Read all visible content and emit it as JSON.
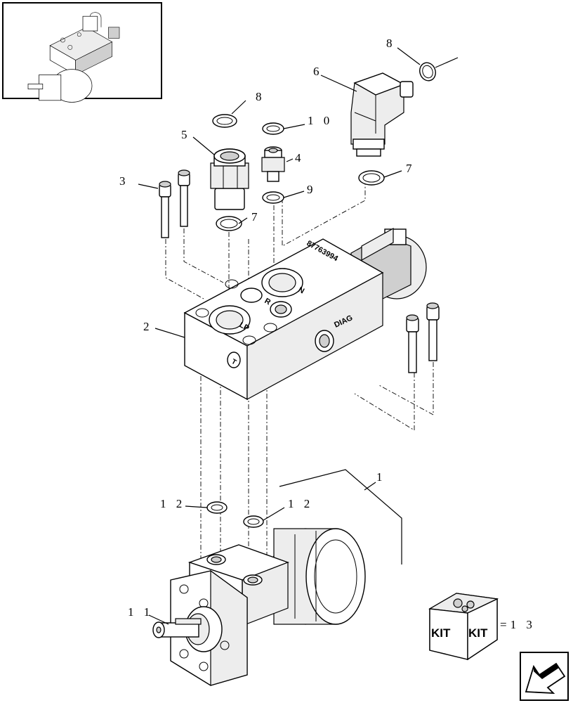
{
  "callouts": {
    "c1": "1",
    "c2": "2",
    "c3": "3",
    "c4": "4",
    "c5": "5",
    "c6": "6",
    "c7a": "7",
    "c7b": "7",
    "c8a": "8",
    "c8b": "8",
    "c9": "9",
    "c10": "1 0",
    "c11": "1 1",
    "c12a": "1 2",
    "c12b": "1 2",
    "kit": "=1 3"
  },
  "markings": {
    "part_number": "87763994",
    "port_diag": "DIAG",
    "port_n": "N",
    "port_r": "R",
    "port_lp": "LP",
    "port_t": "T"
  },
  "kit_box": {
    "label_left": "KIT",
    "label_right": "KIT"
  },
  "icons": {
    "nav": "arrow-back-icon",
    "thumbnail": "overview-thumbnail"
  }
}
